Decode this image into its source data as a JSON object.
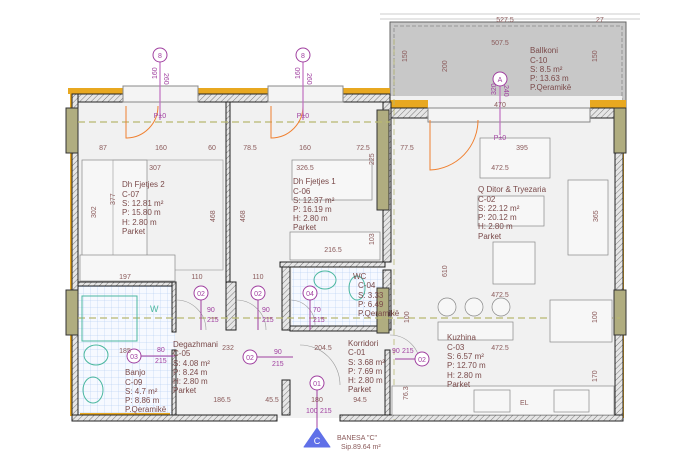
{
  "plan": {
    "apartment_title": "BANESA  \"C\"",
    "apartment_area": "Sip.89.64 m²",
    "entrance_marker": "C",
    "balcony_marker": "A",
    "window_markers": [
      "8",
      "8"
    ],
    "level_labels": [
      "P±0",
      "P±0",
      "P±0"
    ]
  },
  "rooms": {
    "balkoni": {
      "name": "Ballkoni",
      "code": "C-10",
      "area": "S:  8.5 m²",
      "perimeter": "P:  13.63  m",
      "floor": "P.Qeramikë"
    },
    "bedroom2": {
      "name": "Dh  Fjetjes   2",
      "code": "C-07",
      "area": "S:  12.81 m²",
      "perimeter": "P:  15.80 m",
      "height": "H:  2.80 m",
      "floor": "Parket"
    },
    "bedroom1": {
      "name": "Dh  Fjetjes   1",
      "code": "C-06",
      "area": "S:  12.37 m²",
      "perimeter": "P:  16.19 m",
      "height": "H:  2.80 m",
      "floor": "Parket"
    },
    "living": {
      "name": "Q  Ditor  &  Tryezaria",
      "code": "C-02",
      "area": "S:  22.12 m²",
      "perimeter": "P:  20.12 m",
      "height": "H:  2.80 m",
      "floor": "Parket"
    },
    "wc": {
      "name": "WC",
      "code": "C-04",
      "area": "S:  3.33",
      "perimeter": "P:  6.49",
      "floor": "P.Qeramikë"
    },
    "banjo": {
      "name": "Banjo",
      "code": "C-09",
      "area": "S:  4.7 m²",
      "perimeter": "P:  8.86  m",
      "floor": "P.Qeramikë"
    },
    "degazhmani": {
      "name": "Degazhmani",
      "code": "C-05",
      "area": "S:  4.08 m²",
      "perimeter": "P:  8.24  m",
      "height": "H:  2.80  m",
      "floor": "Parket"
    },
    "korridori": {
      "name": "Korridori",
      "code": "C-01",
      "area": "S:  3.68  m²",
      "perimeter": "P:  7.69  m",
      "height": "H:  2.80  m",
      "floor": "Parket"
    },
    "kuzhina": {
      "name": "Kuzhina",
      "code": "C-03",
      "area": "S:  6.57  m²",
      "perimeter": "P:  12.70  m",
      "height": "H:  2.80  m",
      "floor": "Parket"
    }
  },
  "door_tags": [
    "02",
    "02",
    "04",
    "03",
    "02",
    "01",
    "02"
  ],
  "door_sizes": [
    "90",
    "215",
    "90",
    "215",
    "70",
    "215",
    "80",
    "215",
    "90",
    "215",
    "100",
    "215",
    "90",
    "215",
    "160",
    "260",
    "160",
    "260",
    "320",
    "240"
  ],
  "dimensions": [
    "527.5",
    "27",
    "507.5",
    "150",
    "200",
    "150",
    "470",
    "87",
    "160",
    "60",
    "78.5",
    "160",
    "72.5",
    "77.5",
    "395",
    "307",
    "326.5",
    "472.5",
    "377",
    "302",
    "468",
    "468",
    "610",
    "365",
    "216.5",
    "197",
    "110",
    "110",
    "472.5",
    "472.5",
    "232",
    "204.5",
    "185",
    "186.5",
    "45.5",
    "180",
    "94.5",
    "76.3",
    "170",
    "100",
    "100",
    "225",
    "103"
  ],
  "fixtures": {
    "washer": "W",
    "electric": "EL"
  }
}
